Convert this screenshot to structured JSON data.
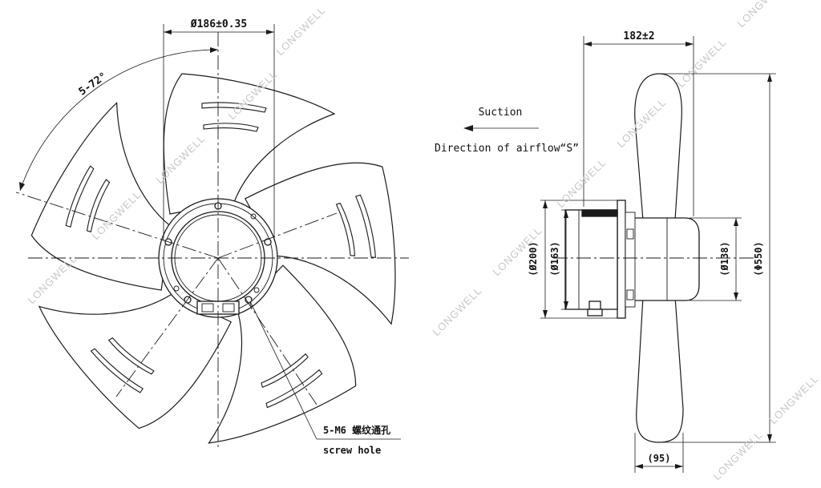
{
  "front_view": {
    "dim_bolt_circle": "Ø186±0.35",
    "dim_angle": "5-72°",
    "hole_label_cn": "5-M6 螺纹通孔",
    "hole_label_en": "screw hole"
  },
  "airflow": {
    "suction": "Suction",
    "direction": "Direction of airflow“S”"
  },
  "side_view": {
    "dim_depth": "182±2",
    "dim_flange": "(Ø200)",
    "dim_body": "(Ø163)",
    "dim_hub": "(Ø138)",
    "dim_impeller": "(Φ550)",
    "dim_blade_width": "(95)"
  },
  "watermark": "LONGWELL",
  "colors": {
    "line": "#1a1a1a",
    "watermark": "#c8c8c8",
    "background": "#ffffff"
  }
}
